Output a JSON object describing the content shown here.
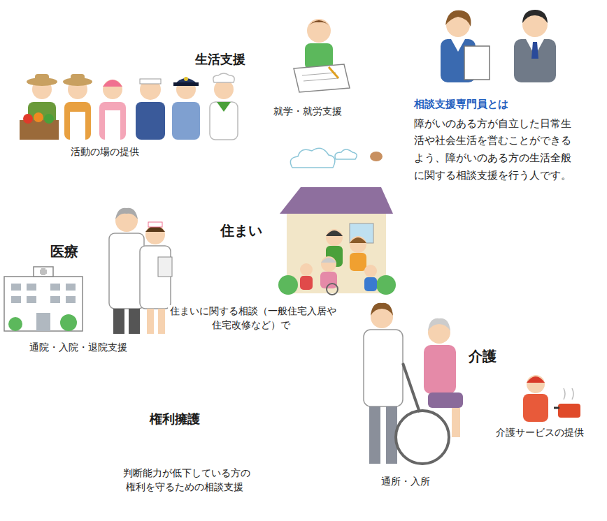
{
  "diagram": {
    "nodes": [
      {
        "text": [
          "生活支援"
        ]
      },
      {
        "text": [
          "相談支援専門員とは",
          "障がいのある方が自立した日常生活や社会生活を営むことができるよう、障がいのある方の生活全般に関する相談支援を行う人です。"
        ]
      },
      {
        "text": [
          "住まい"
        ]
      },
      {
        "text": [
          "医療"
        ]
      },
      {
        "text": [
          "介護"
        ]
      },
      {
        "text": [
          "権利擁護"
        ]
      }
    ],
    "labels": [
      "就学・就労支援",
      "活動の場の提供",
      "住まいに関する相談（一般住宅入居や住宅改修など）で",
      "通院・入院・退院支援",
      "判断能力が低下している方の権利を守るための相談支援",
      "通所・入所",
      "介護サービスの提供"
    ]
  }
}
